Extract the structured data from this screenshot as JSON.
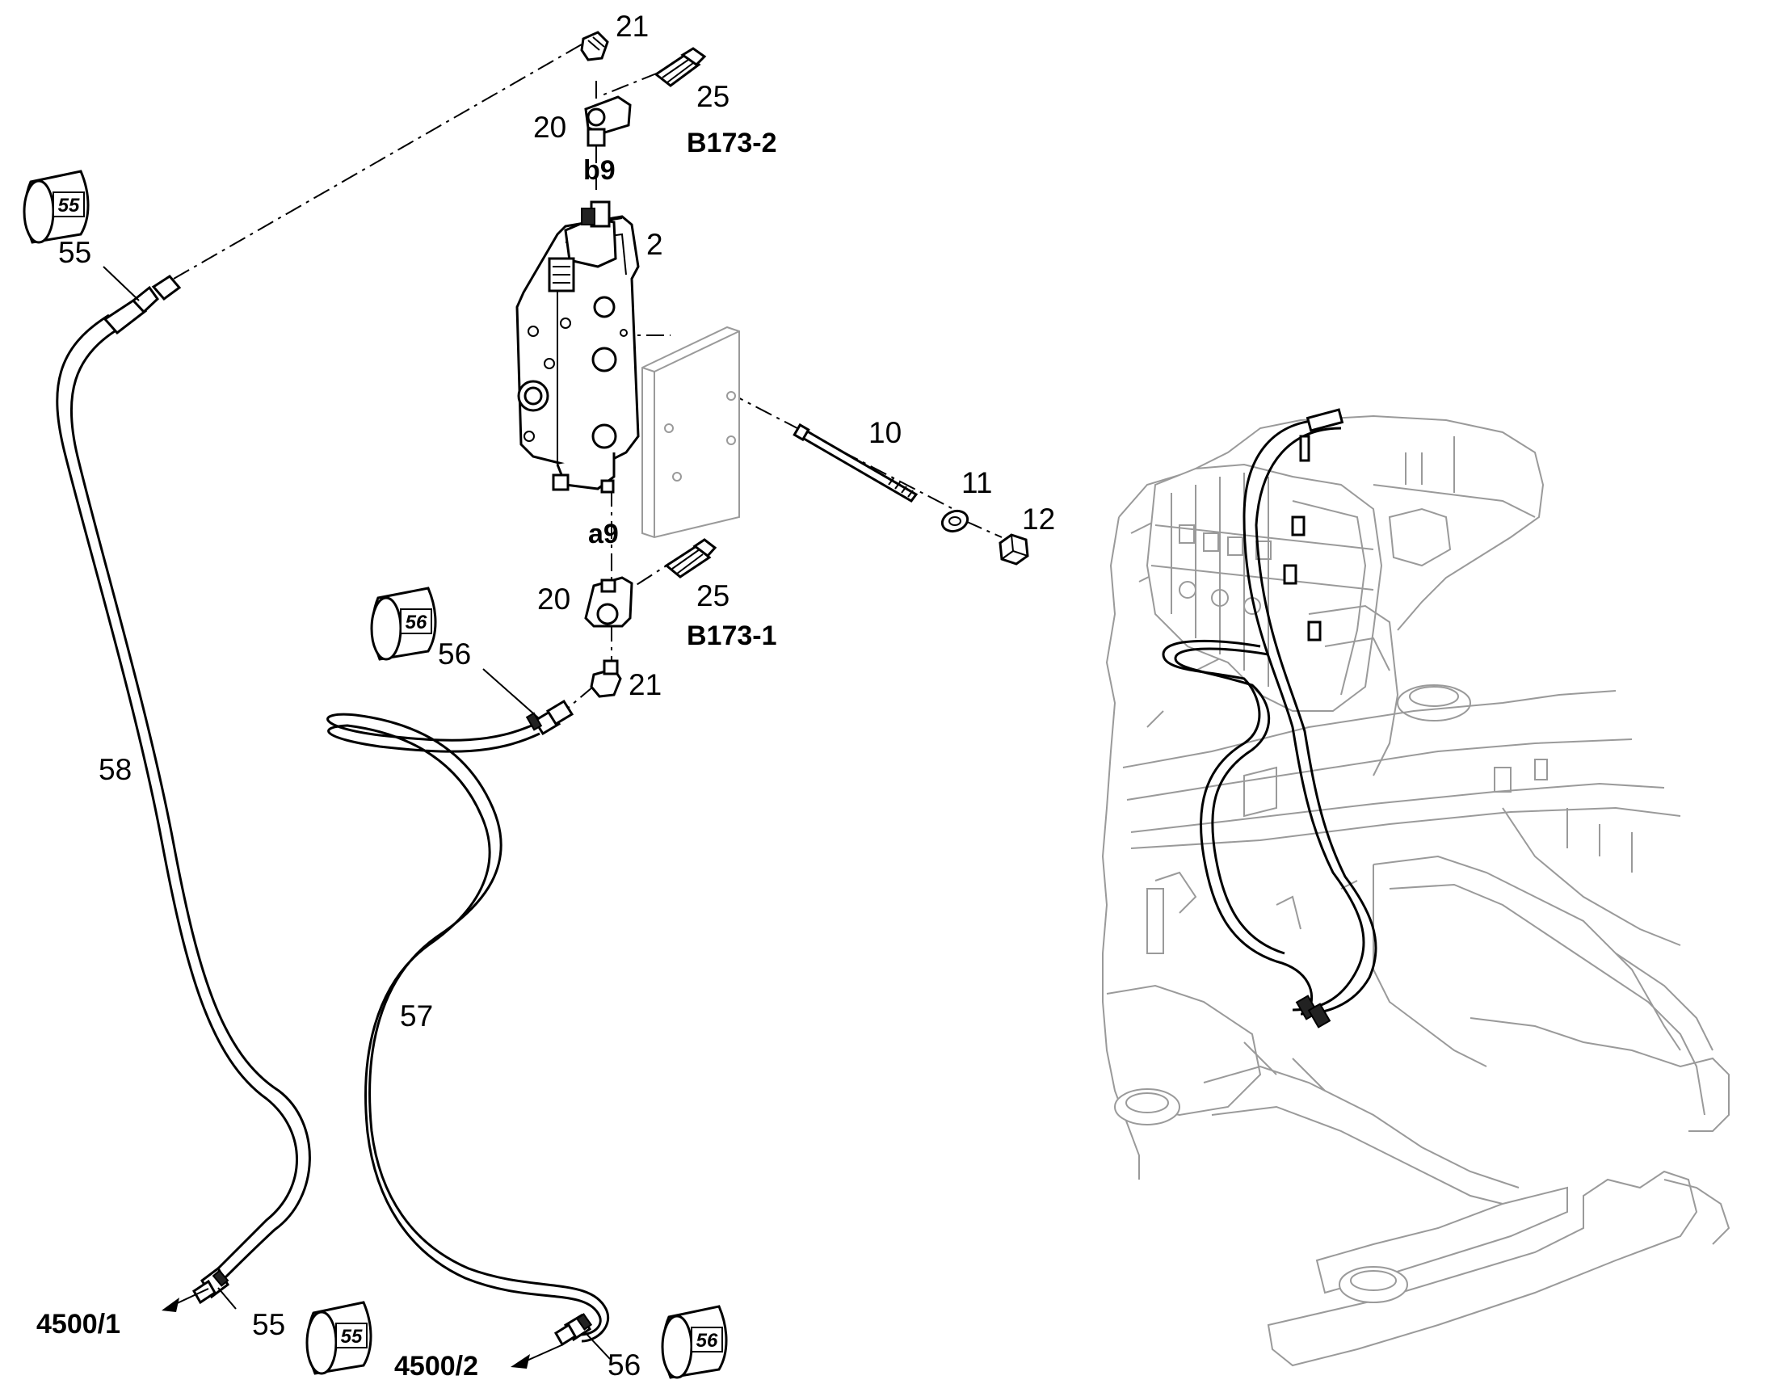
{
  "labels": {
    "fitting_21_top": "21",
    "sensor_25_top": "25",
    "tee_20_top": "20",
    "sensor_ref_top": "B173-2",
    "port_b9": "b9",
    "valve_2": "2",
    "bolt_10": "10",
    "washer_11": "11",
    "nut_12": "12",
    "port_a9": "a9",
    "tee_20_bottom": "20",
    "sensor_25_bottom": "25",
    "sensor_ref_bottom": "B173-1",
    "fitting_21_bottom": "21",
    "hose_end_55_top": "55",
    "hose_end_56_top": "56",
    "hose_58": "58",
    "hose_57": "57",
    "hose_end_55_bottom": "55",
    "hose_end_56_bottom": "56",
    "ref_4500_1": "4500/1",
    "ref_4500_2": "4500/2"
  },
  "tags": {
    "tag_55_top": "55",
    "tag_56_top": "56",
    "tag_55_bottom": "55",
    "tag_56_bottom": "56"
  }
}
